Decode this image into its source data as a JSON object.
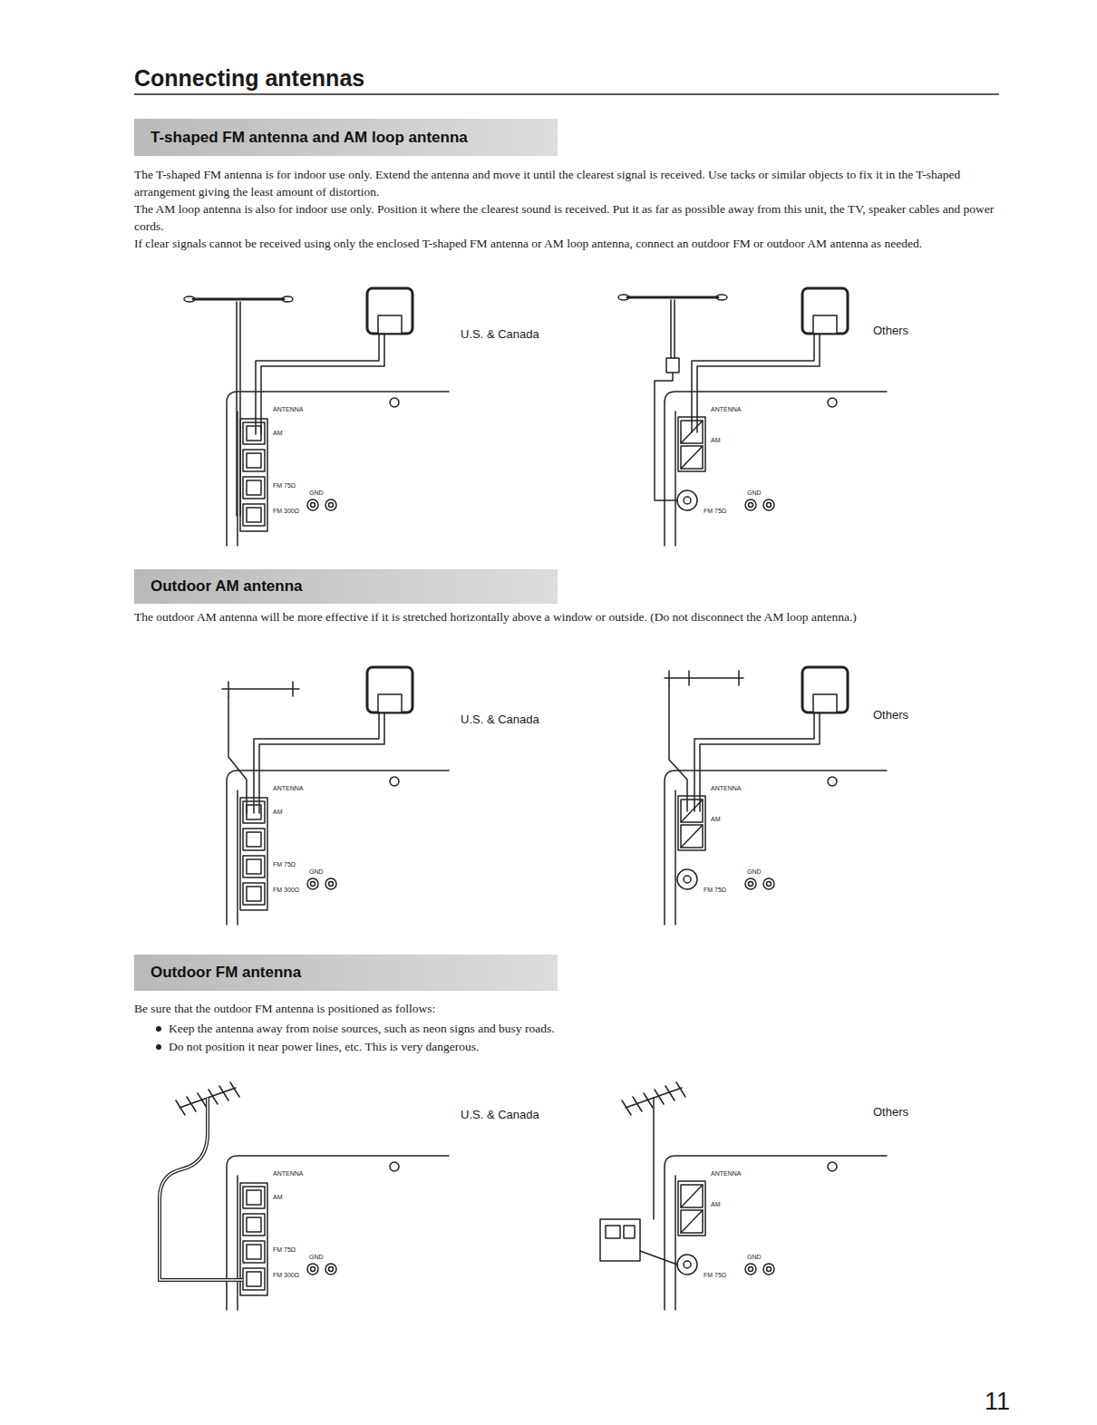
{
  "diagram": {
    "title": "Connecting antennas",
    "nodes": [
      {
        "text": [
          "T-shaped FM antenna and AM loop antenna"
        ]
      },
      {
        "text": [
          "Outdoor AM antenna"
        ]
      },
      {
        "text": [
          "Outdoor FM antenna"
        ]
      }
    ],
    "labels": [
      "The T-shaped FM antenna is for indoor use only. Extend the antenna and move it until the clearest signal is received. Use tacks or similar objects to fix it in the T-shaped arrangement giving the least amount of distortion.",
      "The AM loop antenna is also for indoor use only. Position it where the clearest sound is received. Put it as far as possible away from this unit, the TV, speaker cables and power cords.",
      "If clear signals cannot be received using only the enclosed T-shaped FM antenna or AM loop antenna, connect an outdoor FM or outdoor AM antenna as needed.",
      "U.S. & Canada",
      "Others",
      "ANTENNA",
      "AM",
      "FM 75Ω",
      "FM 300Ω",
      "GND",
      "ANTENNA",
      "AM",
      "FM 75Ω",
      "GND",
      "The outdoor AM antenna will be more effective if it is stretched horizontally above a window or outside. (Do not disconnect the AM loop antenna.)",
      "U.S. & Canada",
      "Others",
      "ANTENNA",
      "AM",
      "FM 75Ω",
      "FM 300Ω",
      "GND",
      "ANTENNA",
      "AM",
      "FM 75Ω",
      "GND",
      "Be sure that the outdoor FM antenna is positioned as follows:",
      "Keep the antenna away from noise sources, such as neon signs and busy roads.",
      "Do not position it near power lines, etc. This is very dangerous.",
      "U.S. & Canada",
      "Others",
      "ANTENNA",
      "AM",
      "FM 75Ω",
      "FM 300Ω",
      "GND",
      "ANTENNA",
      "AM",
      "FM 75Ω",
      "GND",
      "11"
    ]
  }
}
